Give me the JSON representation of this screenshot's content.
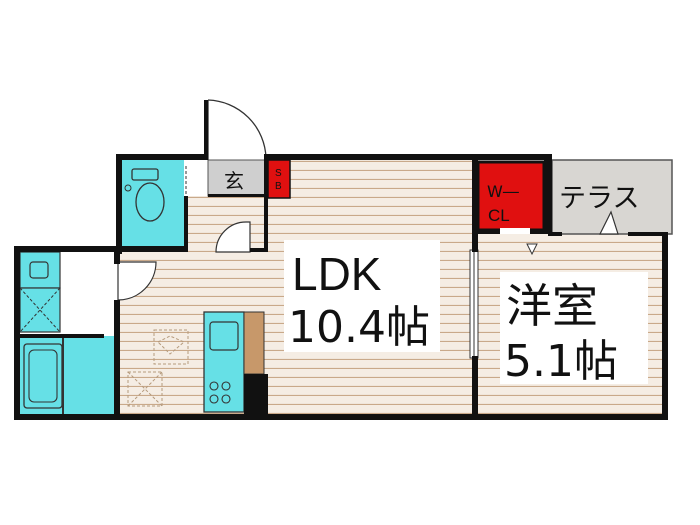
{
  "rooms": {
    "entrance": {
      "label": "玄"
    },
    "shoe_box": {
      "label_top": "S",
      "label_bottom": "B"
    },
    "ldk": {
      "name": "LDK",
      "size": "10.4帖"
    },
    "western_room": {
      "name": "洋室",
      "size": "5.1帖"
    },
    "walk_in_closet": {
      "label_top": "W―",
      "label_bottom": "CL"
    },
    "terrace": {
      "label": "テラス"
    }
  },
  "colors": {
    "wall": "#111111",
    "floor_wood_line": "#c9a98a",
    "floor_wood_bg": "#f5ede4",
    "fixture_cyan": "#66e0e6",
    "closet_red": "#e01010",
    "terrace_gray": "#d8d6d2",
    "counter_brown": "#c7986a",
    "entrance_gray": "#cfcfcf"
  }
}
